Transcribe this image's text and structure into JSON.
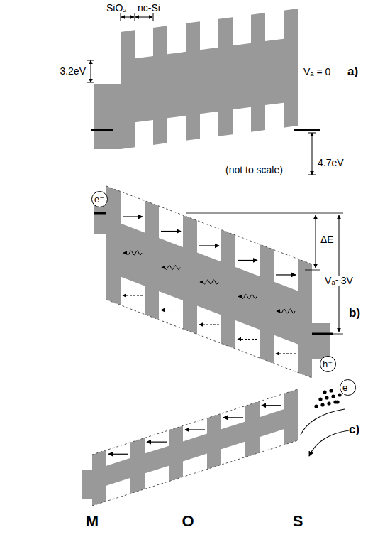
{
  "diagram": {
    "nodes": [
      {
        "text": [
          "e⁻"
        ]
      },
      {
        "text": [
          "h⁺"
        ]
      },
      {
        "text": [
          "e⁻"
        ]
      }
    ],
    "labels": [
      "SiO₂",
      "nc-Si",
      "3.2eV",
      "Vₐ = 0",
      "4.7eV",
      "(not to scale)",
      "a)",
      "ΔE",
      "Vₐ~3V",
      "b)",
      "c)",
      "M",
      "O",
      "S"
    ]
  }
}
